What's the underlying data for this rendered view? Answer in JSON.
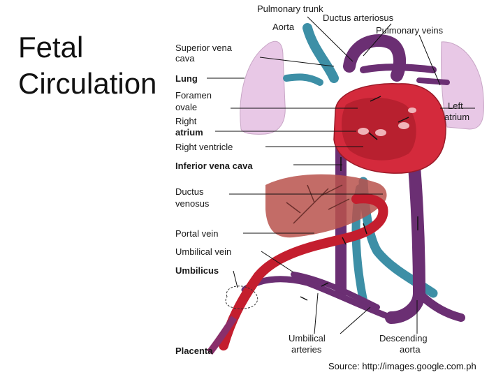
{
  "slide": {
    "title_line1": "Fetal",
    "title_line2": "Circulation",
    "source": "Source: http://images.google.com.ph"
  },
  "diagram": {
    "labels": {
      "pulmonary_trunk": "Pulmonary trunk",
      "ductus_arteriosus": "Ductus arteriosus",
      "aorta": "Aorta",
      "pulmonary_veins": "Pulmonary veins",
      "superior_vena_cava_1": "Superior vena",
      "superior_vena_cava_2": "cava",
      "lung": "Lung",
      "foramen_ovale_1": "Foramen",
      "foramen_ovale_2": "ovale",
      "left_atrium_1": "Left",
      "left_atrium_2": "atrium",
      "right_atrium_1": "Right",
      "right_atrium_2": "atrium",
      "right_ventricle": "Right ventricle",
      "inferior_vena_cava": "Inferior vena cava",
      "ductus_venosus_1": "Ductus",
      "ductus_venosus_2": "venosus",
      "portal_vein": "Portal vein",
      "umbilical_vein": "Umbilical vein",
      "umbilicus": "Umbilicus",
      "placenta": "Placenta",
      "umbilical_arteries_1": "Umbilical",
      "umbilical_arteries_2": "arteries",
      "descending_aorta_1": "Descending",
      "descending_aorta_2": "aorta"
    },
    "colors": {
      "lung": "#e8c8e6",
      "heart": "#d42a3c",
      "vessel_blue": "#3d8fa6",
      "vessel_purple": "#6b2f73",
      "liver": "#b9524c",
      "umbilical_vein": "#c41e2e"
    }
  }
}
